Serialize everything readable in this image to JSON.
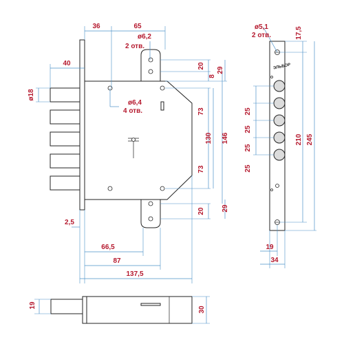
{
  "main": {
    "top_width_1": "36",
    "top_width_2": "65",
    "top_hole_dia": "ø6,2",
    "top_hole_count": "2 отв.",
    "bolt_dia": "ø18",
    "bolt_protrusion": "40",
    "body_hole_dia": "ø6,4",
    "body_hole_count": "4 отв.",
    "r_20_top": "20",
    "r_8": "8",
    "r_29_top": "29",
    "r_73_top": "73",
    "r_130": "130",
    "r_146": "146",
    "r_73_bottom": "73",
    "r_20_bottom": "20",
    "r_29_bottom": "29",
    "faceplate_thickness": "2,5",
    "bottom_66_5": "66,5",
    "bottom_87": "87",
    "bottom_137_5": "137,5"
  },
  "faceplate": {
    "hole_dia": "ø5,1",
    "hole_count": "2 отв.",
    "top_offset": "17,5",
    "brand": "ЭЛЬБОР",
    "pitch_1": "25",
    "pitch_2": "25",
    "pitch_3": "25",
    "pitch_4": "25",
    "height_210": "210",
    "height_245": "245",
    "width_19": "19",
    "width_34": "34"
  },
  "bottom_view": {
    "bolt_dia": "19",
    "body_thickness": "30"
  },
  "colors": {
    "dimension_text": "#b5192e",
    "dimension_line": "#4a90c8",
    "outline": "#222222"
  }
}
